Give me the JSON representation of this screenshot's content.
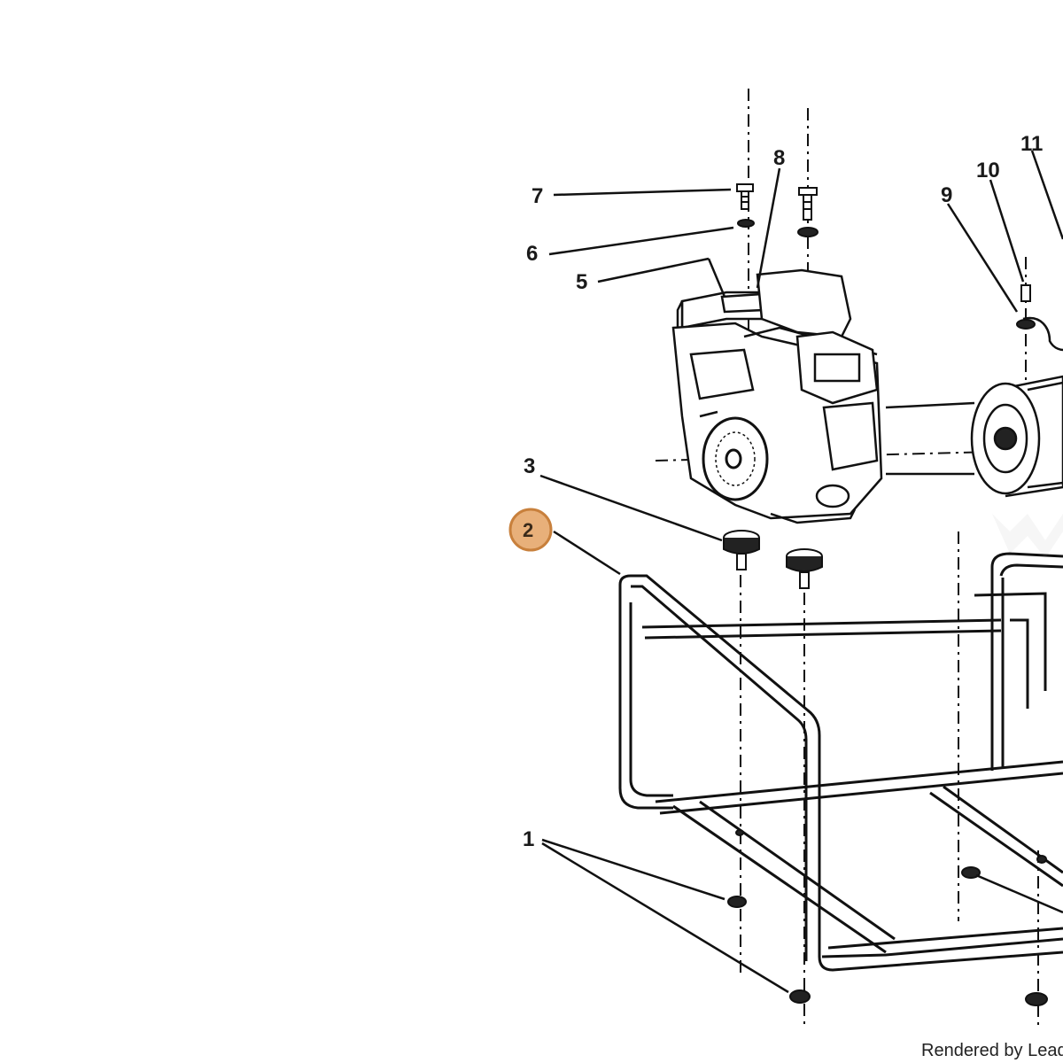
{
  "callouts": {
    "c1": "1",
    "c2": "2",
    "c3": "3",
    "c5": "5",
    "c6": "6",
    "c7": "7",
    "c8": "8",
    "c9": "9",
    "c10": "10",
    "c11": "11"
  },
  "highlighted_callout": "2",
  "highlight_color": "#e8b07a",
  "footer_text": "Rendered by LeadVe"
}
